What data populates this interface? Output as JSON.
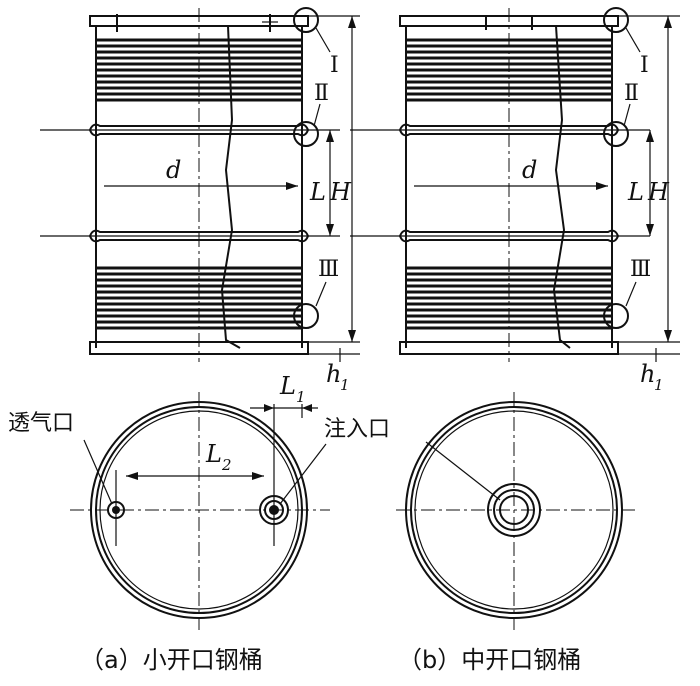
{
  "labels": {
    "diameter": "d",
    "length": "L",
    "height": "H",
    "bottom_h": "h",
    "bottom_h_sub": "1",
    "l1": "L",
    "l1_sub": "1",
    "l2": "L",
    "l2_sub": "2",
    "detail_1": "Ⅰ",
    "detail_2": "Ⅱ",
    "detail_3": "Ⅲ"
  },
  "callouts": {
    "vent": "透气口",
    "fill": "注入口"
  },
  "captions": {
    "a": "（a）小开口钢桶",
    "b": "（b）中开口钢桶"
  }
}
